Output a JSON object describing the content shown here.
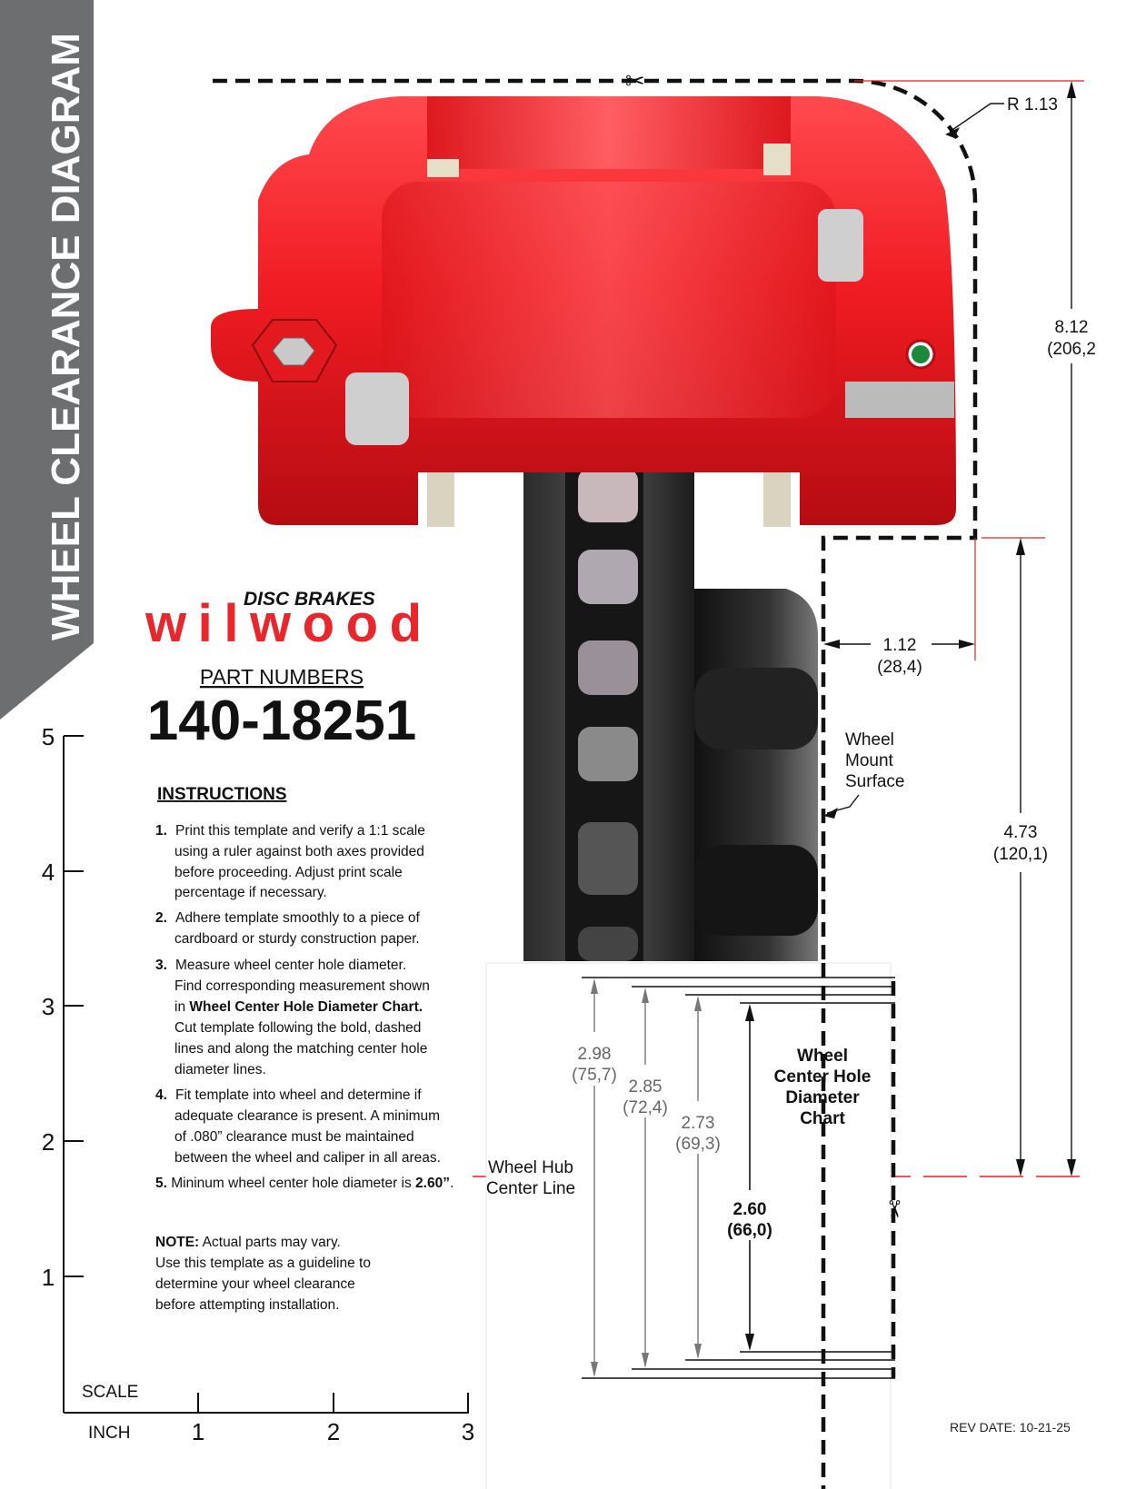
{
  "banner": {
    "title": "WHEEL CLEARANCE DIAGRAM"
  },
  "logo": {
    "brand": "wilwood",
    "tagline": "DISC BRAKES",
    "color": "#e8262b"
  },
  "part": {
    "heading": "PART NUMBERS",
    "number": "140-18251"
  },
  "instructions": {
    "heading": "INSTRUCTIONS",
    "items": [
      {
        "num": "1.",
        "lines": [
          "Print this template and verify a 1:1 scale",
          "using a ruler against both axes provided",
          "before proceeding. Adjust print scale",
          "percentage if necessary."
        ]
      },
      {
        "num": "2.",
        "lines": [
          "Adhere template smoothly to a piece of",
          "cardboard or sturdy construction paper."
        ]
      },
      {
        "num": "3.",
        "lines": [
          "Measure wheel center hole diameter.",
          "Find corresponding measurement shown",
          "in ",
          "Cut template following the bold, dashed",
          "lines and along the matching center hole",
          "diameter lines."
        ],
        "bold": "Wheel Center Hole Diameter Chart."
      },
      {
        "num": "4.",
        "lines": [
          "Fit template into wheel and determine if",
          "adequate clearance is present. A minimum",
          "of .080” clearance must be maintained",
          "between the wheel and caliper in all areas."
        ]
      },
      {
        "num": "5.",
        "text": "Mininum wheel center hole diameter is ",
        "bold": "2.60”",
        "end": "."
      }
    ]
  },
  "note": {
    "label": "NOTE:",
    "lines": [
      " Actual parts may vary.",
      "Use this template as a guideline to",
      "determine your wheel clearance",
      "before attempting installation."
    ]
  },
  "scale": {
    "label": "SCALE",
    "unit": "INCH",
    "vertical_ticks": [
      "5",
      "4",
      "3",
      "2",
      "1"
    ],
    "horizontal_ticks": [
      "1",
      "2",
      "3"
    ]
  },
  "dimensions": {
    "radius": "R 1.13",
    "overall_height": {
      "in": "8.12",
      "mm": "(206,2"
    },
    "offset": {
      "in": "1.12",
      "mm": "(28,4)"
    },
    "mount_height": {
      "in": "4.73",
      "mm": "(120,1)"
    },
    "wheel_mount_surface": [
      "Wheel",
      "Mount",
      "Surface"
    ],
    "hub_center_line": [
      "Wheel Hub",
      "Center Line"
    ]
  },
  "diameter_chart": {
    "title": [
      "Wheel",
      "Center Hole",
      "Diameter",
      "Chart"
    ],
    "entries": [
      {
        "in": "2.98",
        "mm": "(75,7)"
      },
      {
        "in": "2.85",
        "mm": "(72,4)"
      },
      {
        "in": "2.73",
        "mm": "(69,3)"
      },
      {
        "in": "2.60",
        "mm": "(66,0)"
      }
    ]
  },
  "rev_date": "REV DATE:  10-21-25",
  "colors": {
    "banner": "#6d6e70",
    "caliper": "#e8161d",
    "center_line": "#e02020"
  }
}
